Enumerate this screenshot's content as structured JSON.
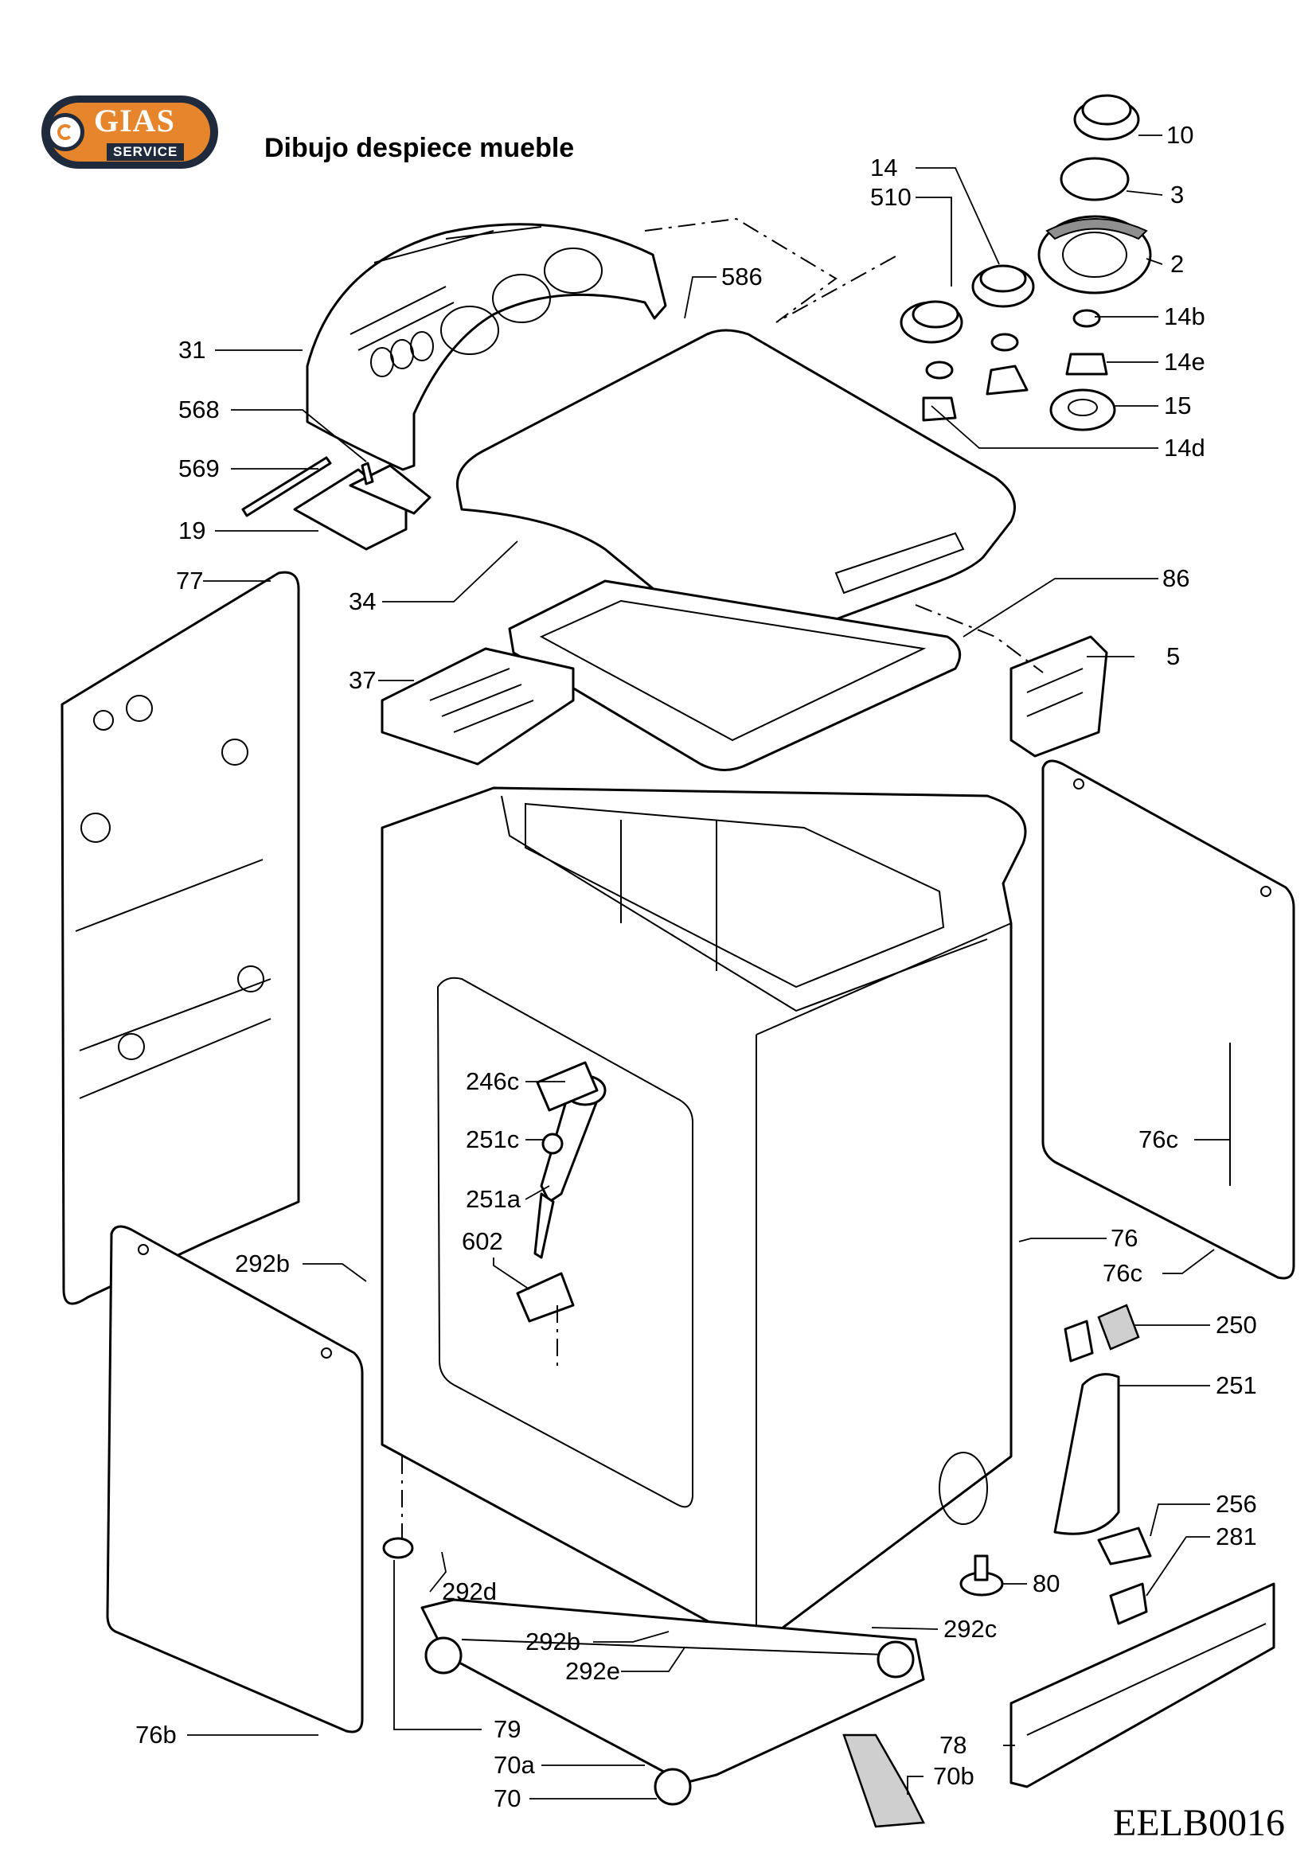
{
  "header": {
    "logo_name": "GIAS",
    "logo_sub": "SERVICE",
    "title": "Dibujo despiece mueble",
    "drawing_code": "EELB0016"
  },
  "part_labels": [
    "10",
    "3",
    "2",
    "14",
    "510",
    "14b",
    "14e",
    "15",
    "14d",
    "586",
    "31",
    "568",
    "569",
    "19",
    "34",
    "77",
    "86",
    "5",
    "37",
    "246c",
    "251c",
    "251a",
    "602",
    "292b",
    "76c",
    "76",
    "76c",
    "250",
    "251",
    "256",
    "281",
    "80",
    "292d",
    "292c",
    "292b",
    "292e",
    "79",
    "70a",
    "70",
    "70b",
    "76b",
    "78"
  ]
}
